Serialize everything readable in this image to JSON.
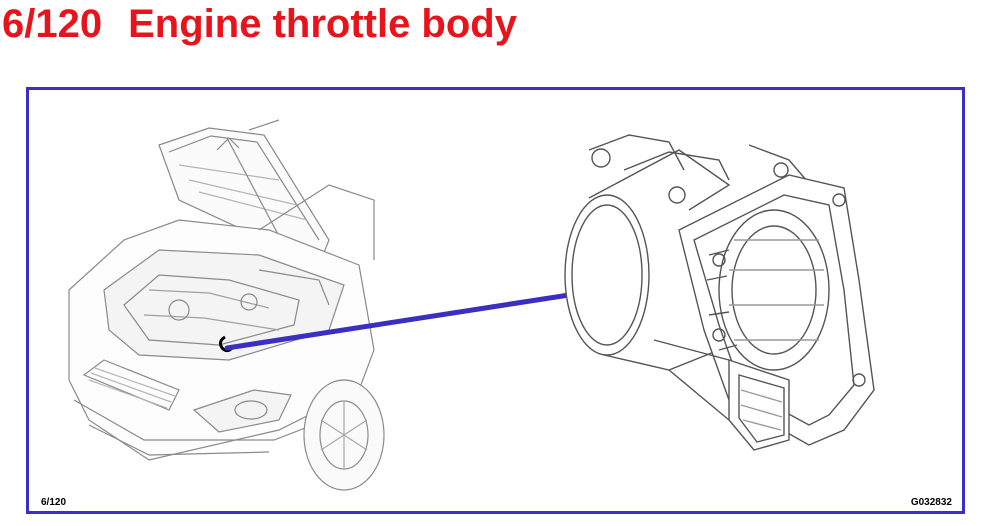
{
  "header": {
    "number": "6/120",
    "title": "Engine throttle body"
  },
  "footer": {
    "page_ref": "6/120",
    "figure_code": "G032832"
  },
  "colors": {
    "title": "#e8141c",
    "frame": "#3a2fc0",
    "leader": "#3a2fc0",
    "line_art": "#8a8a8a"
  },
  "illustration": {
    "left": "car-front-open-hood-icon",
    "right": "throttle-body-icon",
    "connector": "leader-line"
  }
}
